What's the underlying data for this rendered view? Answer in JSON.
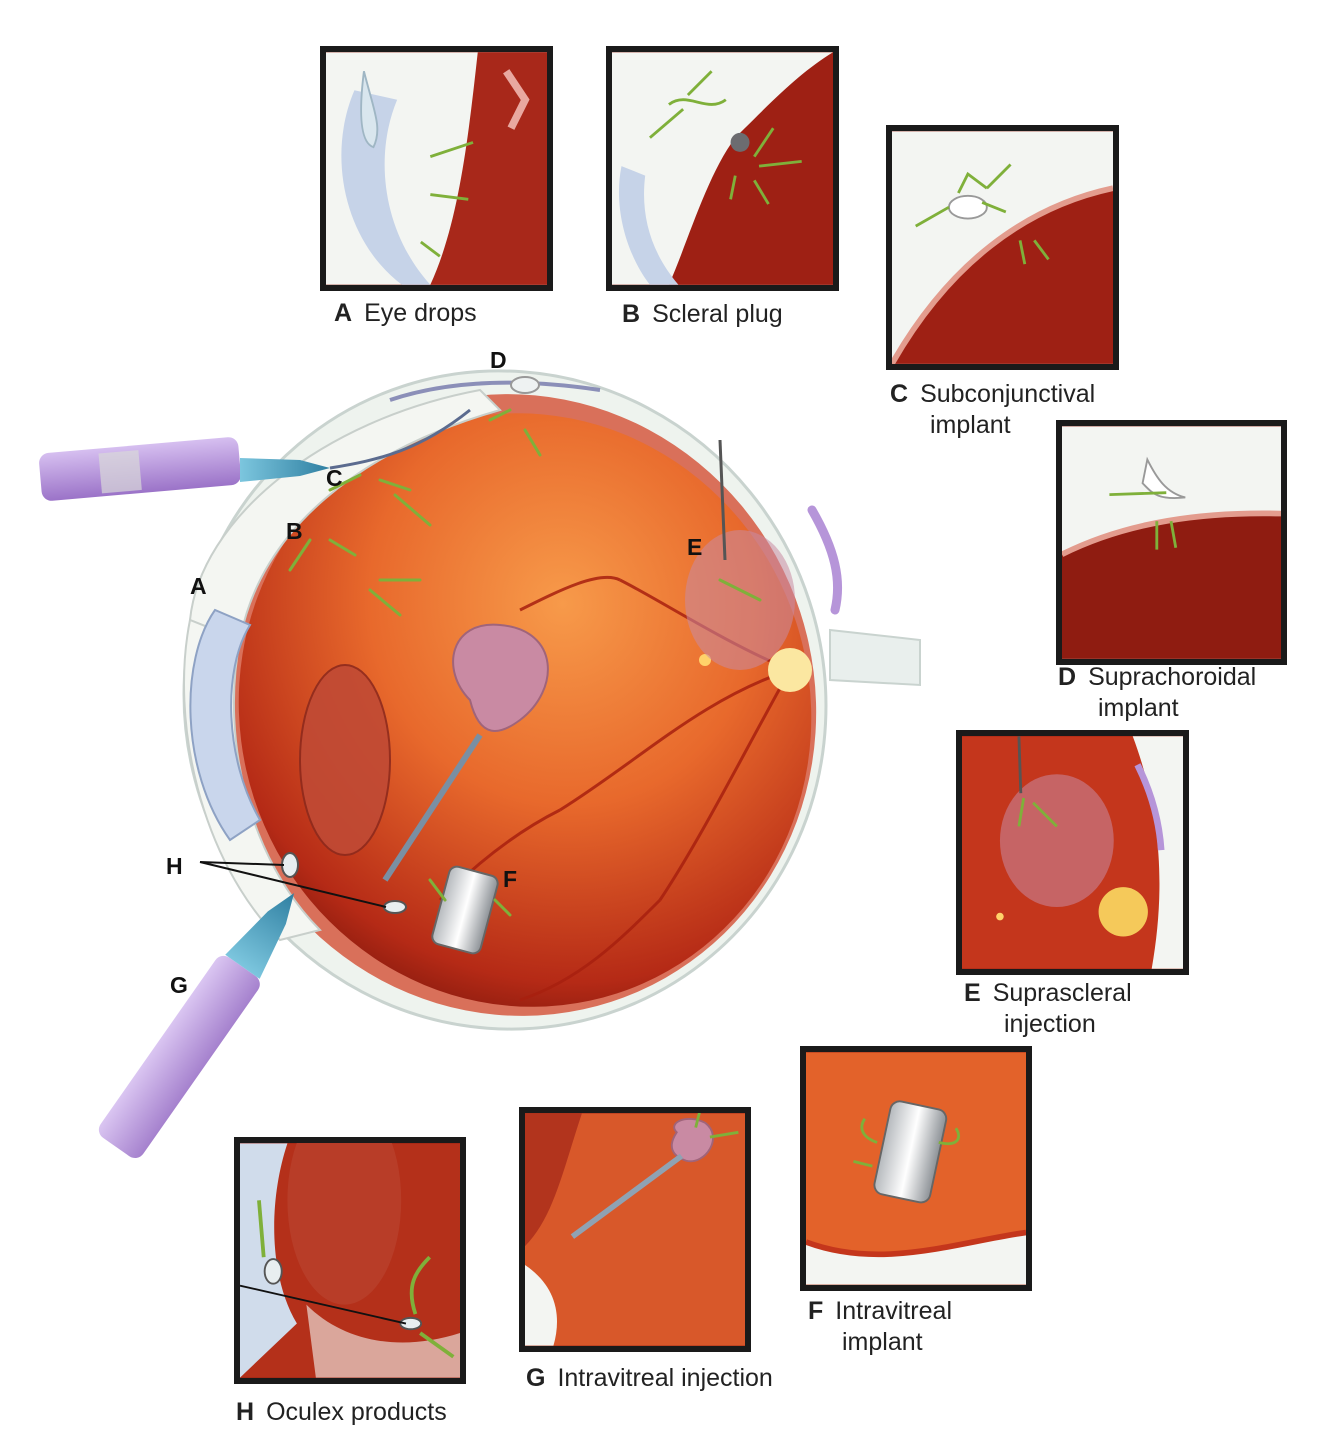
{
  "captions": {
    "a": {
      "letter": "A",
      "text": "Eye drops"
    },
    "b": {
      "letter": "B",
      "text": "Scleral plug"
    },
    "c": {
      "letter": "C",
      "line1": "Subconjunctival",
      "line2": "implant"
    },
    "d": {
      "letter": "D",
      "line1": "Suprachoroidal",
      "line2": "implant"
    },
    "e": {
      "letter": "E",
      "line1": "Suprascleral",
      "line2": "injection"
    },
    "f": {
      "letter": "F",
      "line1": "Intravitreal",
      "line2": "implant"
    },
    "g": {
      "letter": "G",
      "text": "Intravitreal injection"
    },
    "h": {
      "letter": "H",
      "text": "Oculex products"
    }
  },
  "main_labels": {
    "a": "A",
    "b": "B",
    "c": "C",
    "d": "D",
    "e": "E",
    "f": "F",
    "g": "G",
    "h": "H"
  },
  "colors": {
    "frame": "#1a1a1a",
    "retina": "#c4361c",
    "sclera": "#eef3ee",
    "arrow": "#7fb03a",
    "syringe": "#b58fd6",
    "needle": "#4aa3c4"
  }
}
